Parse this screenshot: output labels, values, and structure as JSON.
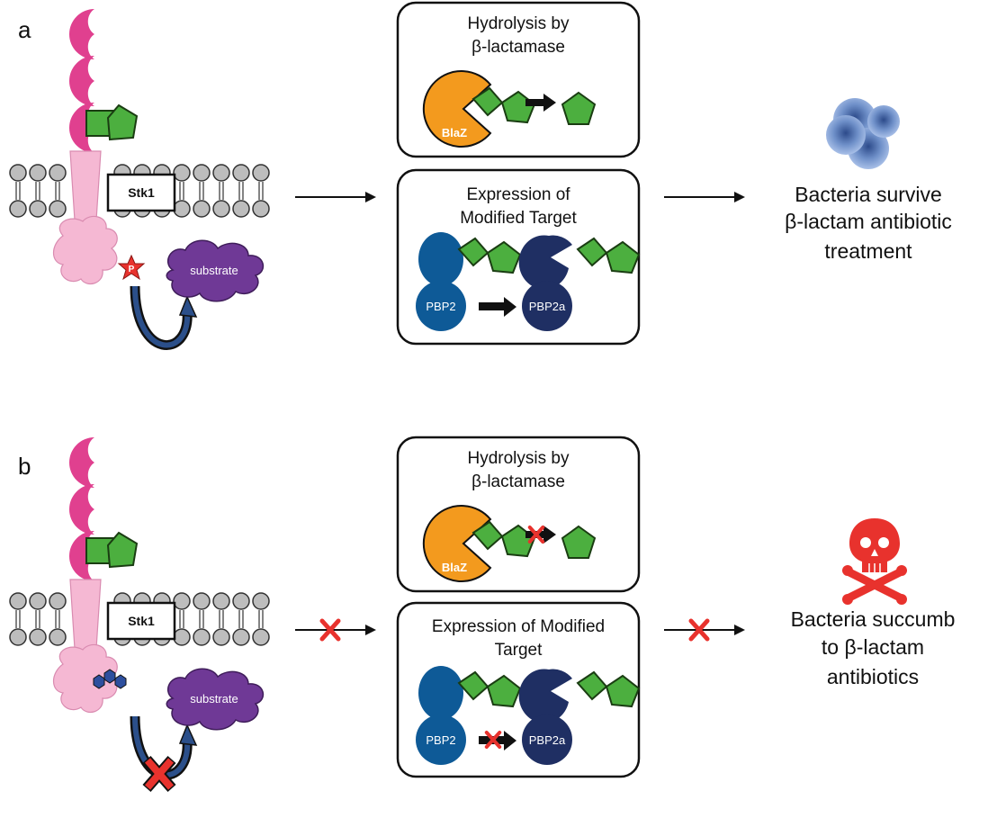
{
  "panels": {
    "a": {
      "letter": "a",
      "kinase_label": "Stk1",
      "phospho_label": "P",
      "substrate_label": "substrate",
      "box1": {
        "title_l1": "Hydrolysis by",
        "title_l2": "β-lactamase",
        "enzyme_label": "BlaZ"
      },
      "box2": {
        "title_l1": "Expression of",
        "title_l2": "Modified Target",
        "pbp_from": "PBP2",
        "pbp_to": "PBP2a"
      },
      "outcome": {
        "l1": "Bacteria survive",
        "l2": "β-lactam antibiotic",
        "l3": "treatment"
      }
    },
    "b": {
      "letter": "b",
      "kinase_label": "Stk1",
      "substrate_label": "substrate",
      "box1": {
        "title_l1": "Hydrolysis by",
        "title_l2": "β-lactamase",
        "enzyme_label": "BlaZ"
      },
      "box2": {
        "title_l1": "Expression of Modified",
        "title_l2": "Target",
        "pbp_from": "PBP2",
        "pbp_to": "PBP2a"
      },
      "outcome": {
        "l1": "Bacteria succumb",
        "l2": "to β-lactam",
        "l3": "antibiotics"
      }
    }
  },
  "colors": {
    "pasta_magenta": "#e0408f",
    "kinase_pink": "#f5b8d3",
    "antibiotic_green": "#4caf3f",
    "substrate_purple": "#6f3996",
    "blaz_orange": "#f39a1e",
    "pbp2_blue": "#0e5a97",
    "pbp2a_navy": "#1f2f63",
    "lipid_grey": "#bdbdbd",
    "bacteria_blue": "#7a9bd1",
    "death_red": "#e8322d",
    "inhibitor_blue": "#2d4f9e"
  },
  "icons": {
    "resistant": "bacteria-cluster-icon",
    "susceptible": "skull-crossbones-icon",
    "blocked": "red-x-icon"
  }
}
